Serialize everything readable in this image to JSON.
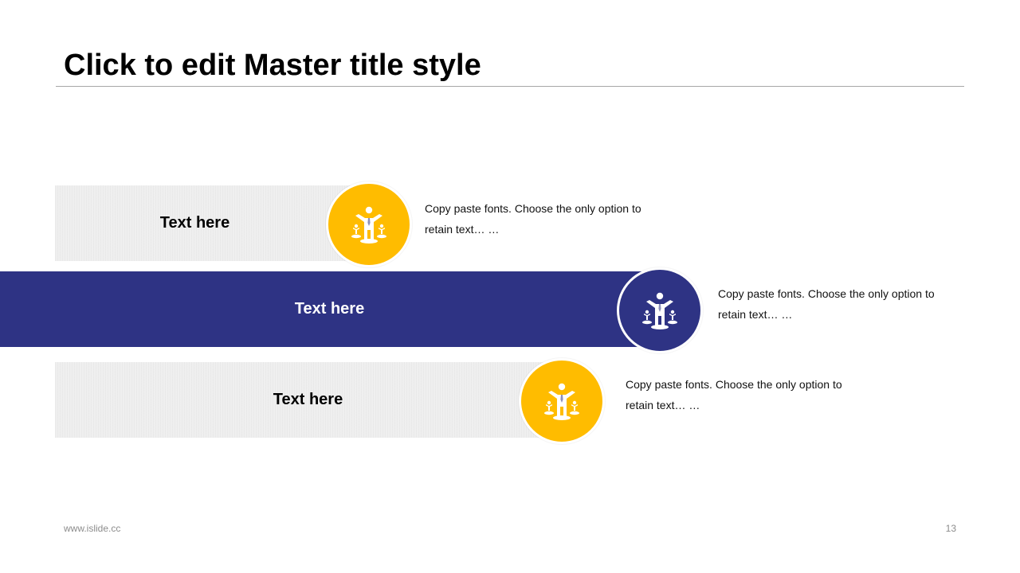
{
  "slide": {
    "title": "Click to edit Master title style",
    "footer_url": "www.islide.cc",
    "page_number": "13"
  },
  "colors": {
    "accent_yellow": "#ffbc00",
    "accent_navy": "#2e3384",
    "bar_light": "#efefef"
  },
  "items": [
    {
      "label": "Text here",
      "description": "Copy paste fonts. Choose the only option to retain text… …",
      "icon": "balance-person-icon",
      "style": "light",
      "circle_color": "#ffbc00"
    },
    {
      "label": "Text here",
      "description": "Copy paste fonts. Choose the only option to retain text… …",
      "icon": "balance-person-icon",
      "style": "dark",
      "circle_color": "#2e3384"
    },
    {
      "label": "Text here",
      "description": "Copy paste fonts. Choose the only option to retain text… …",
      "icon": "balance-person-icon",
      "style": "light",
      "circle_color": "#ffbc00"
    }
  ]
}
